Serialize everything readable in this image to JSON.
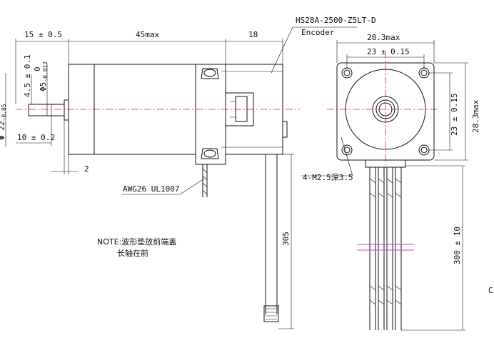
{
  "model": "HS28A-2500-Z5LT-D",
  "encoder_label": "Encoder",
  "dims_side": {
    "shaft_length": "15 ± 0.5",
    "body_length": "45max",
    "encoder_length": "18",
    "flat_depth": "4.5 ± 0.1",
    "shaft_dia": "Φ5",
    "shaft_dia_tol_upper": "0",
    "shaft_dia_tol_lower": "-0.012",
    "boss_dia": "Φ 22",
    "boss_dia_tol": "-0.05",
    "flat_length": "10 ± 0.2",
    "boss_height": "2"
  },
  "wire_label": "AWG26 UL1007",
  "wire_length_side": "305",
  "note_prefix": "NOTE:",
  "note_line1": "波形垫放前端盖",
  "note_line2": "长轴在前",
  "dims_front": {
    "width": "28.3max",
    "hole_spacing_h": "23 ± 0.15",
    "hole_spacing_v": "23 ± 0.15",
    "height": "28.3max",
    "mount_holes": "4-M2.5深3.5",
    "wire_length": "300 ± 10"
  },
  "corner_mark": "C"
}
